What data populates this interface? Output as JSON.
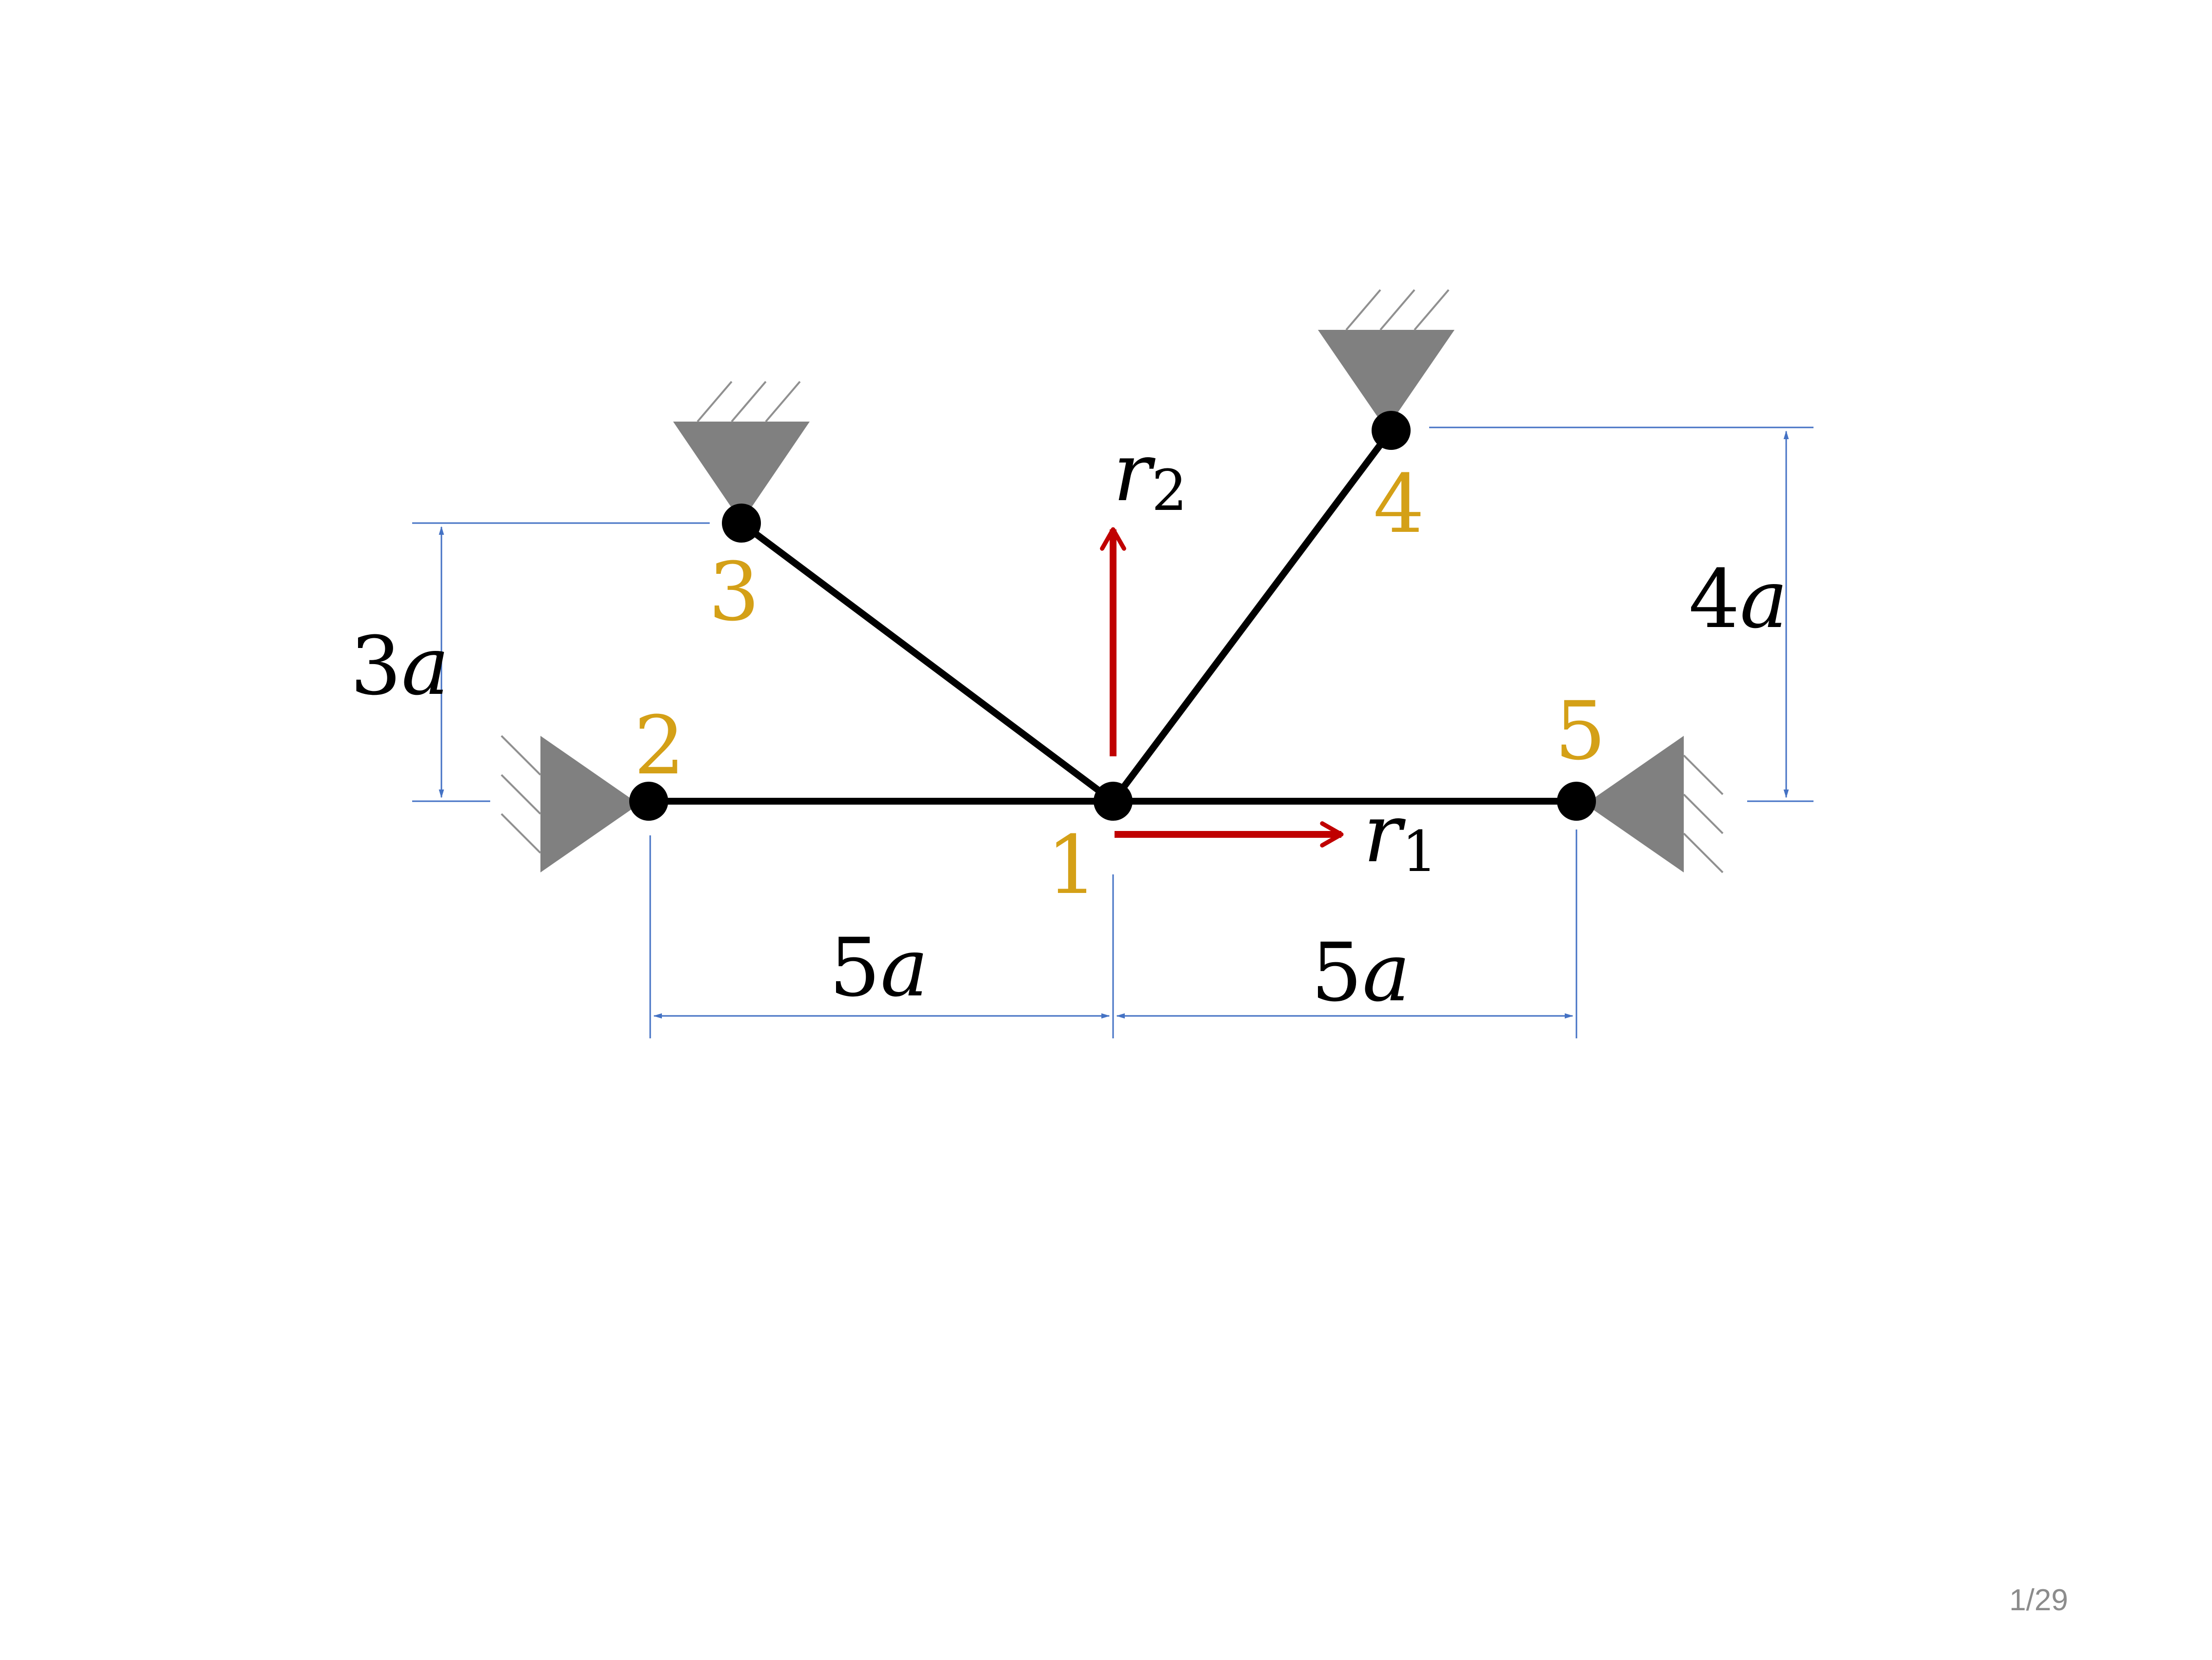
{
  "colors": {
    "member": "#000000",
    "node": "#000000",
    "support": "#808080",
    "hatch": "#909090",
    "dimension": "#4472C4",
    "node_label": "#D4A017",
    "load_arrow": "#C00000",
    "text": "#000000",
    "page_number": "#8C8C8C"
  },
  "nodes": [
    {
      "id": "1",
      "label": "1"
    },
    {
      "id": "2",
      "label": "2"
    },
    {
      "id": "3",
      "label": "3"
    },
    {
      "id": "4",
      "label": "4"
    },
    {
      "id": "5",
      "label": "5"
    }
  ],
  "members": [
    {
      "from": "2",
      "to": "1"
    },
    {
      "from": "1",
      "to": "5"
    },
    {
      "from": "3",
      "to": "1"
    },
    {
      "from": "4",
      "to": "1"
    }
  ],
  "supports": [
    {
      "node": "2",
      "type": "pin",
      "icon": "pin-support-icon"
    },
    {
      "node": "3",
      "type": "pin",
      "icon": "pin-support-icon"
    },
    {
      "node": "4",
      "type": "pin",
      "icon": "pin-support-icon"
    },
    {
      "node": "5",
      "type": "pin",
      "icon": "pin-support-icon"
    }
  ],
  "dofs": [
    {
      "symbol": "r",
      "subscript": "1",
      "direction": "horizontal"
    },
    {
      "symbol": "r",
      "subscript": "2",
      "direction": "vertical"
    }
  ],
  "dimensions": {
    "left_span": {
      "coef": "5",
      "var": "a"
    },
    "right_span": {
      "coef": "5",
      "var": "a"
    },
    "height_3": {
      "coef": "3",
      "var": "a"
    },
    "height_4": {
      "coef": "4",
      "var": "a"
    }
  },
  "page_number": "1/29"
}
